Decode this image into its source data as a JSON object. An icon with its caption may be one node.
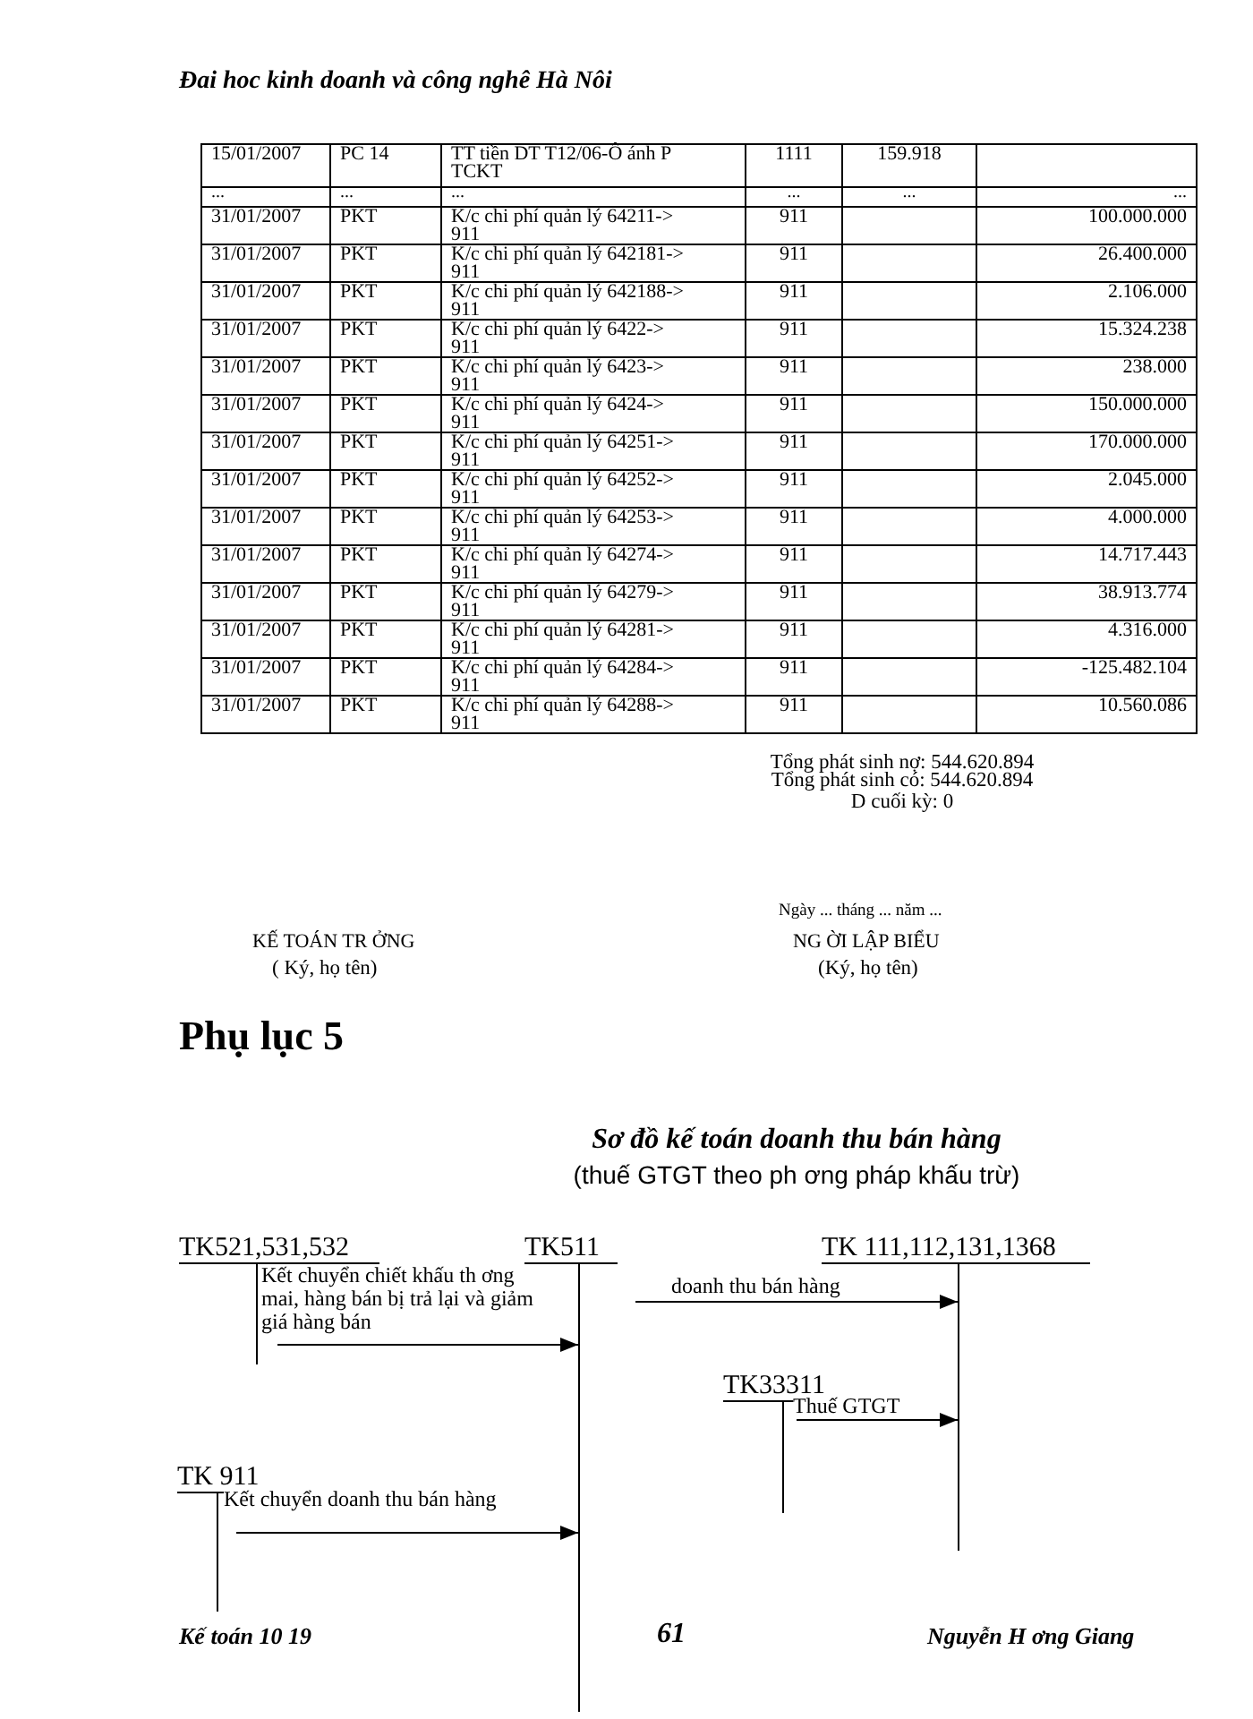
{
  "diagram": {
    "title": "Sơ đồ kế toán doanh thu bán hàng",
    "nodes": [
      {
        "text": [
          "TK521,531,532"
        ]
      },
      {
        "text": [
          "TK511"
        ]
      },
      {
        "text": [
          "TK 111,112,131,1368"
        ]
      },
      {
        "text": [
          "TK33311"
        ]
      },
      {
        "text": [
          "TK 911"
        ]
      }
    ],
    "edges": [
      {
        "from": 0,
        "to": 1,
        "arrow": "to",
        "label": "Kết chuyển chiết khấu th ơng mai, hàng bán bị trả lại và giảm giá hàng bán"
      },
      {
        "from": 1,
        "to": 2,
        "arrow": "to",
        "label": "doanh thu bán hàng"
      },
      {
        "from": 3,
        "to": 2,
        "arrow": "to",
        "label": "Thuế GTGT"
      },
      {
        "from": 4,
        "to": 1,
        "arrow": "to",
        "label": "Kết chuyển doanh thu bán hàng"
      }
    ],
    "labels": [
      "Đai hoc kinh doanh và công nghê Hà Nôi",
      "15/01/2007",
      "PC 14",
      "TT tiền DT T12/06-Ô ánh P TCKT",
      "1111",
      "159.918",
      "...",
      "...",
      "...",
      "...",
      "...",
      "...",
      "31/01/2007",
      "PKT",
      "K/c chi phí quản lý 64211-> 911",
      "911",
      "100.000.000",
      "31/01/2007",
      "PKT",
      "K/c chi phí quản lý 642181-> 911",
      "911",
      "26.400.000",
      "31/01/2007",
      "PKT",
      "K/c chi phí quản lý 642188-> 911",
      "911",
      "2.106.000",
      "31/01/2007",
      "PKT",
      "K/c chi phí quản lý 6422-> 911",
      "911",
      "15.324.238",
      "31/01/2007",
      "PKT",
      "K/c chi phí quản lý 6423-> 911",
      "911",
      "238.000",
      "31/01/2007",
      "PKT",
      "K/c chi phí quản lý 6424-> 911",
      "911",
      "150.000.000",
      "31/01/2007",
      "PKT",
      "K/c chi phí quản lý 64251-> 911",
      "911",
      "170.000.000",
      "31/01/2007",
      "PKT",
      "K/c chi phí quản lý 64252-> 911",
      "911",
      "2.045.000",
      "31/01/2007",
      "PKT",
      "K/c chi phí quản lý 64253-> 911",
      "911",
      "4.000.000",
      "31/01/2007",
      "PKT",
      "K/c chi phí quản lý 64274-> 911",
      "911",
      "14.717.443",
      "31/01/2007",
      "PKT",
      "K/c chi phí quản lý 64279-> 911",
      "911",
      "38.913.774",
      "31/01/2007",
      "PKT",
      "K/c chi phí quản lý 64281-> 911",
      "911",
      "4.316.000",
      "31/01/2007",
      "PKT",
      "K/c chi phí quản lý 64284-> 911",
      "911",
      "-125.482.104",
      "31/01/2007",
      "PKT",
      "K/c chi phí quản lý 64288-> 911",
      "911",
      "10.560.086",
      "Tổng phát sinh nợ: 544.620.894",
      "Tổng phát sinh có: 544.620.894",
      "D cuối kỳ: 0",
      "Ngày ... tháng ... năm ...",
      "KẾ TOÁN TR ỞNG",
      "NG ỜI LẬP BIỂU",
      "( Ký, họ tên)",
      "(Ký, họ tên)",
      "Phụ lục 5",
      "(thuế GTGT theo ph ơng pháp khấu trừ)",
      "Kế toán 10 19",
      "61",
      "Nguyễn H ơng Giang"
    ]
  }
}
